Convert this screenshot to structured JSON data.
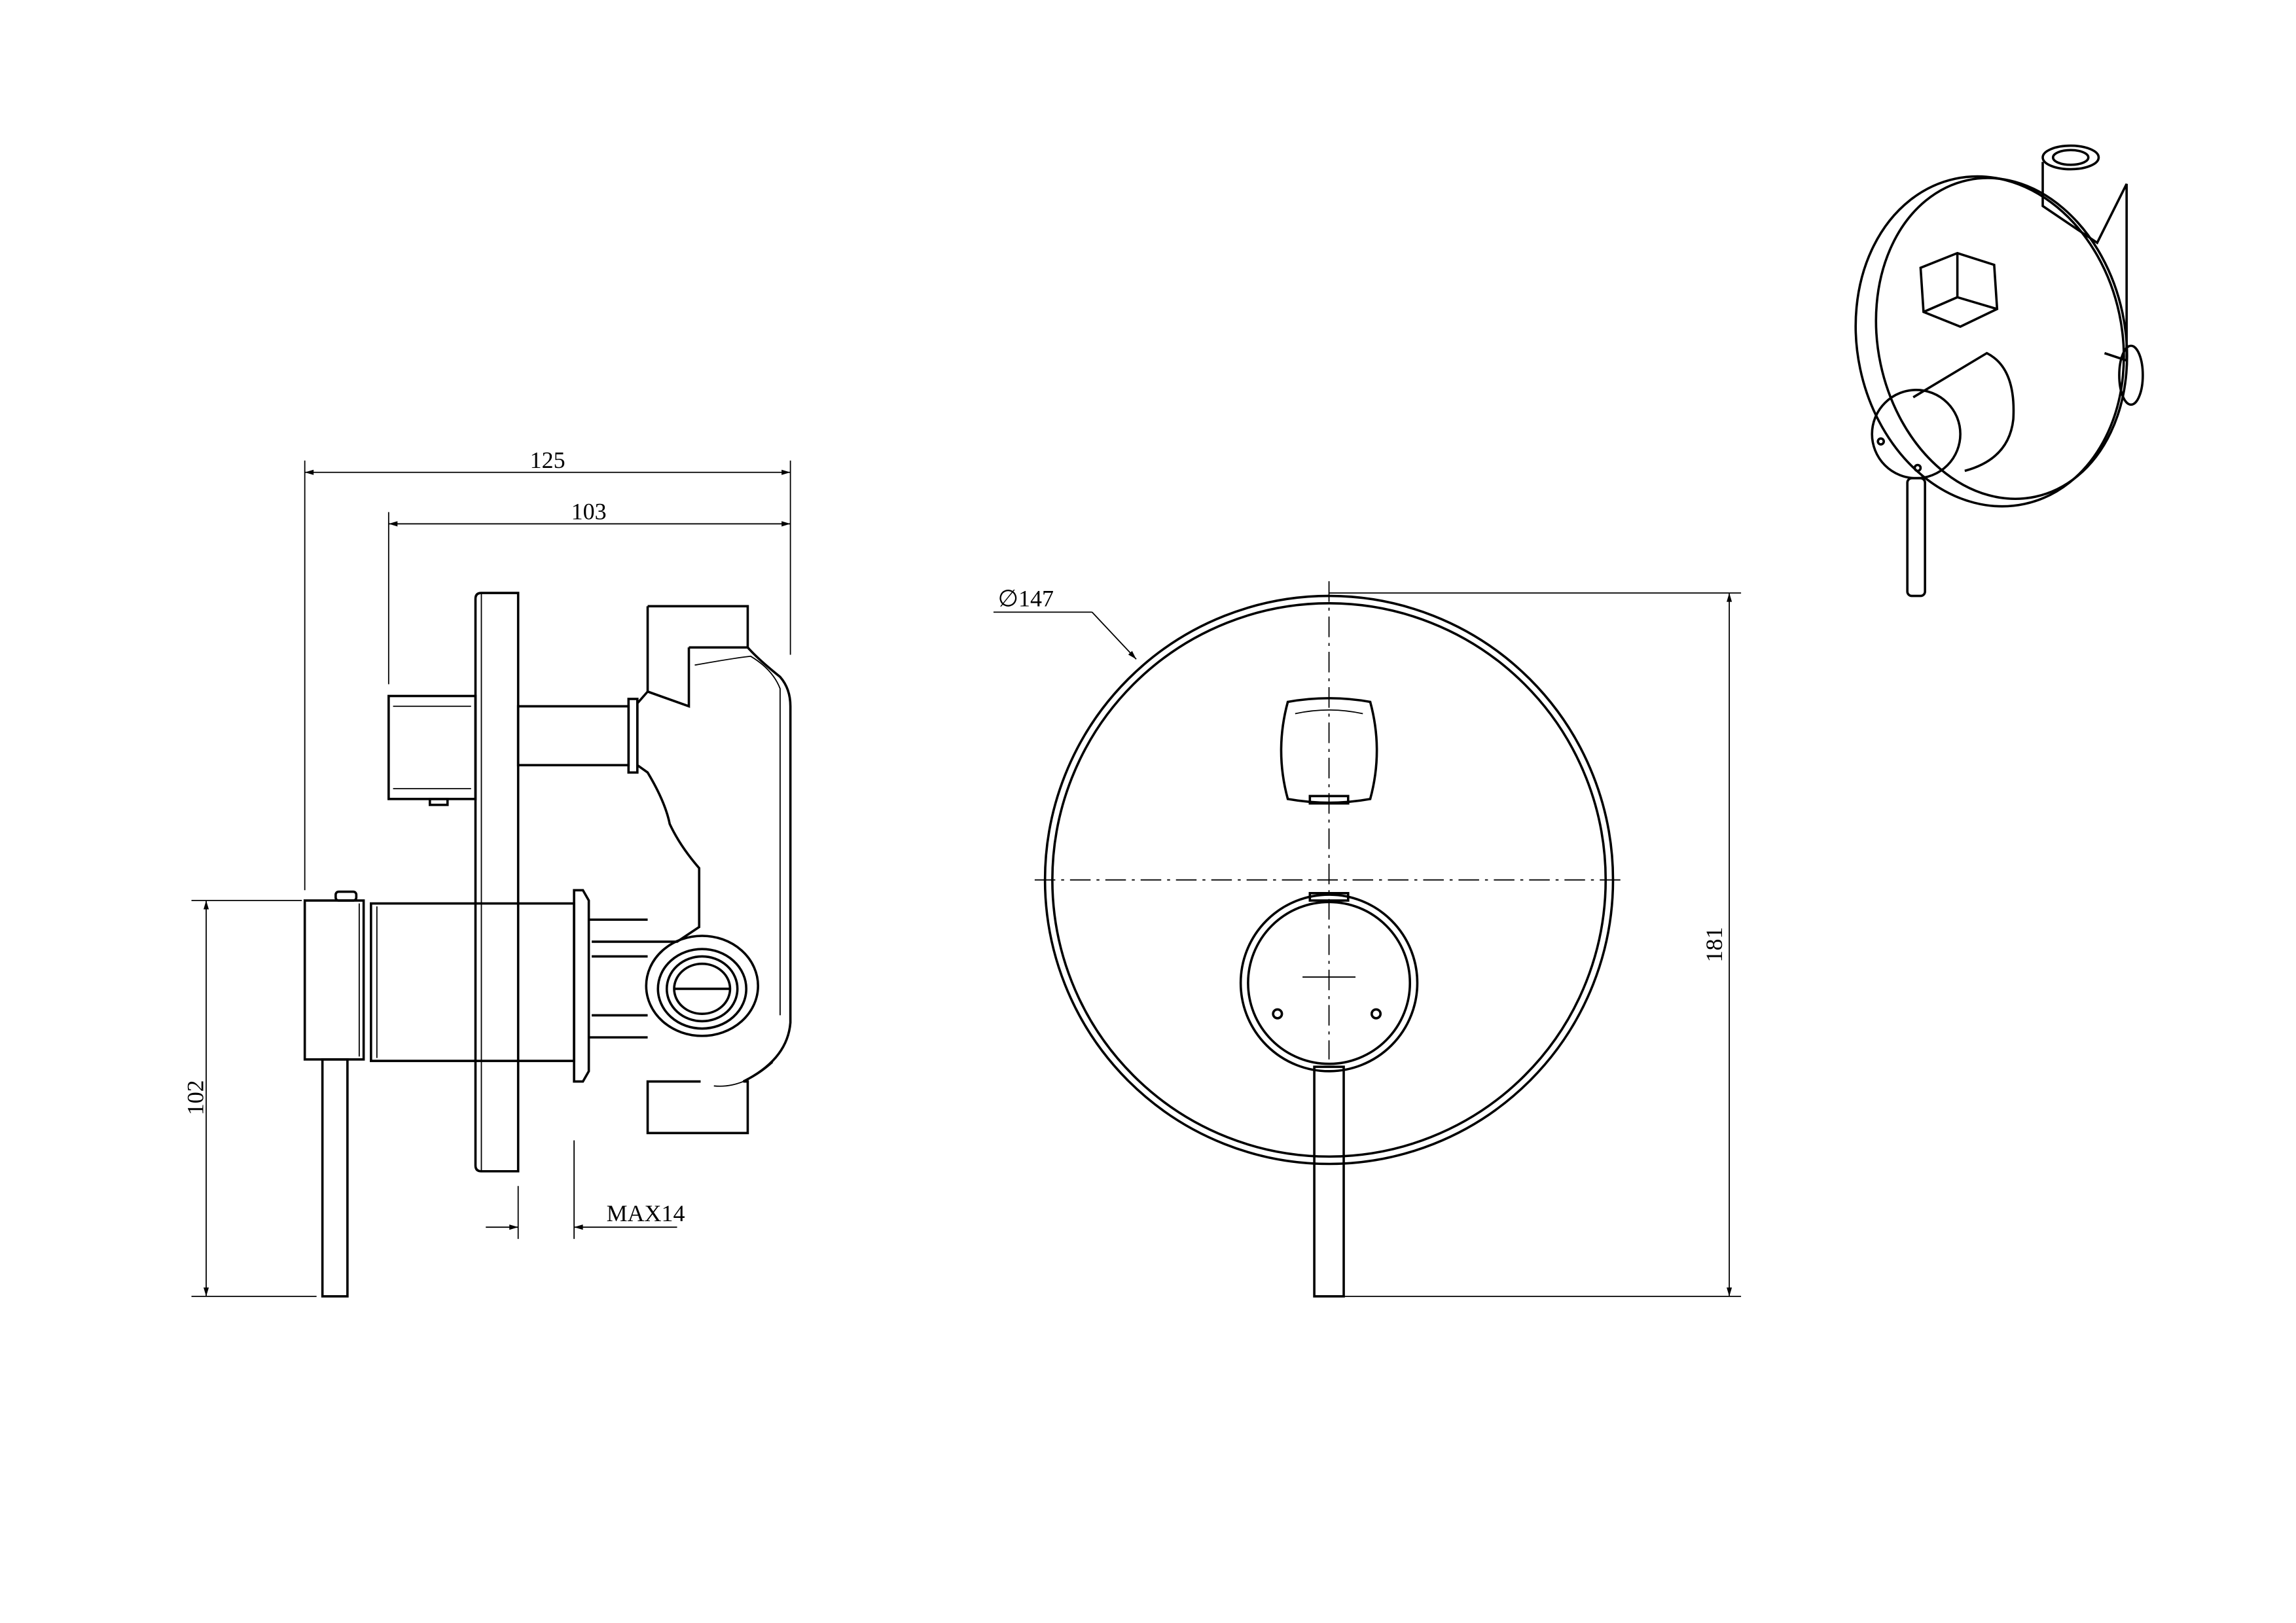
{
  "side_view": {
    "dim_overall_depth": "125",
    "dim_body_depth": "103",
    "dim_lever_height": "102",
    "dim_max_wall": "MAX14"
  },
  "front_view": {
    "dim_plate_diameter": "∅147",
    "dim_total_height": "181"
  },
  "colors": {
    "line": "#000000",
    "background": "#ffffff"
  }
}
